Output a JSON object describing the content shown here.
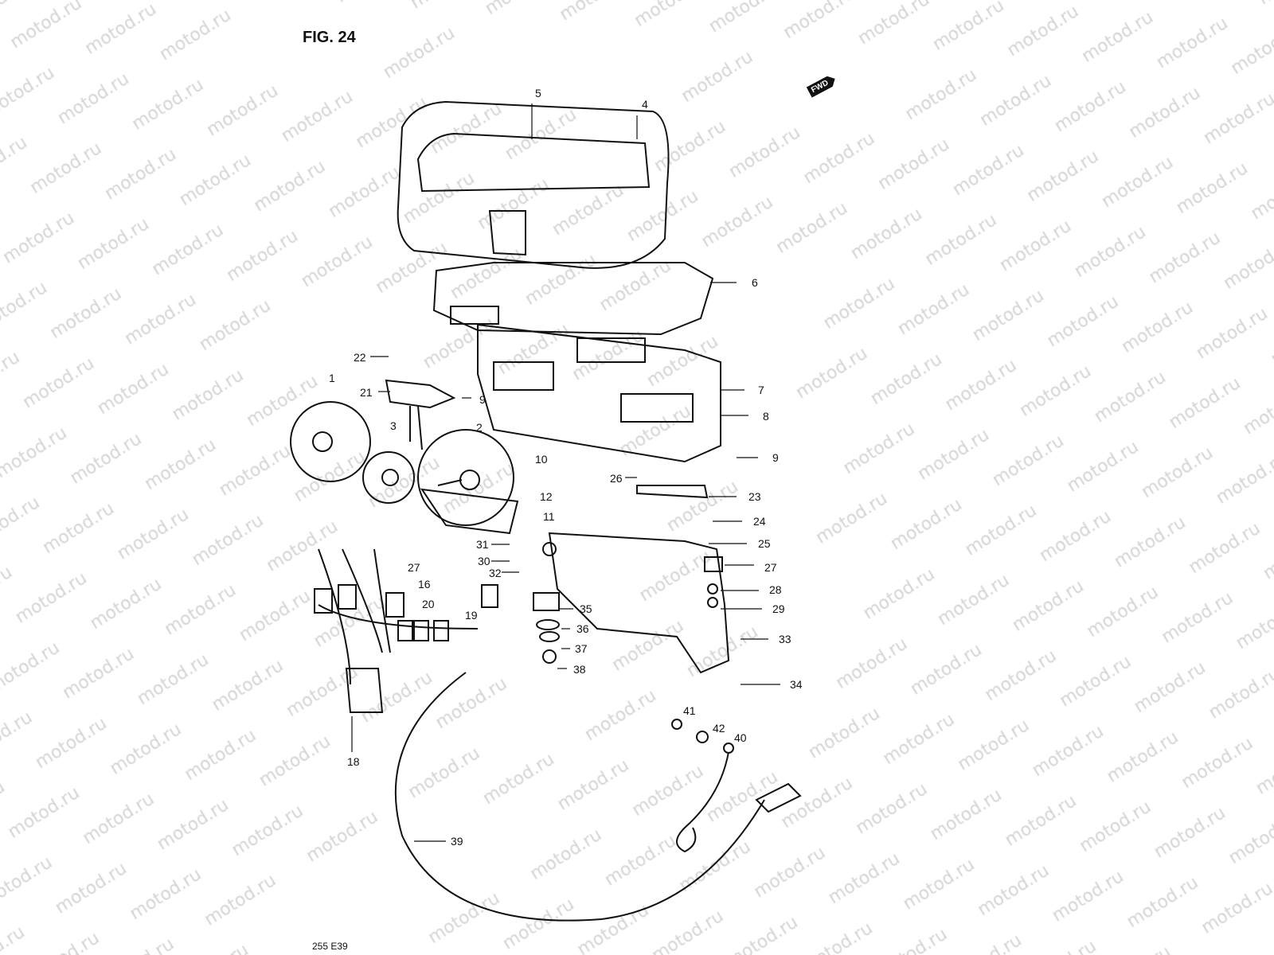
{
  "title": "FIG. 24",
  "direction_badge": "FWD",
  "footer_code": "255 E39",
  "watermark": "motod.ru",
  "callouts": [
    "5",
    "4",
    "6",
    "22",
    "1",
    "21",
    "9",
    "7",
    "8",
    "3",
    "2",
    "9",
    "10",
    "26",
    "23",
    "12",
    "11",
    "24",
    "31",
    "25",
    "30",
    "27",
    "27",
    "32",
    "16",
    "28",
    "20",
    "19",
    "35",
    "29",
    "36",
    "33",
    "37",
    "38",
    "34",
    "41",
    "42",
    "40",
    "18",
    "39"
  ]
}
